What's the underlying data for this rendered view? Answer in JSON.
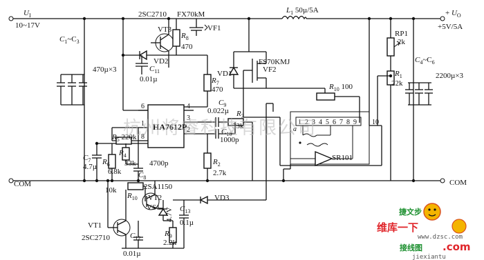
{
  "input": {
    "name": "U",
    "sub": "I",
    "range": "10~17V"
  },
  "output": {
    "name": "U",
    "sub": "O",
    "spec": "+5V/5A"
  },
  "com_label": "COM",
  "inductor": {
    "name": "L",
    "sub": "1",
    "value": "50µ/5A"
  },
  "transistors": {
    "vf1_part": "2SC2710",
    "vf1_part2": "FX70kM",
    "vf1": "VF1",
    "vt3": "VT3",
    "vf2_part": "FS70KMJ",
    "vf2": "VF2",
    "vt2_part": "2SA1150",
    "vt2": "VT2",
    "vt1": "VT1",
    "vt1_part": "2SC2710"
  },
  "diodes": {
    "vd1": "VD1",
    "vd2": "VD2",
    "vd3": "VD3",
    "vs1": "VS1",
    "vs1_val": "4.7V"
  },
  "resistors": {
    "r8": "R",
    "r8_sub": "8",
    "r8_val": "470",
    "r7": "R",
    "r7_sub": "7",
    "r7_val": "470",
    "r10": "R",
    "r10_sub": "10",
    "r10_val": "100",
    "rp1": "RP1",
    "rp1_val": "2k",
    "r1": "R",
    "r1_sub": "1",
    "r1_val": "22k",
    "r3": "R",
    "r3_sub": "3",
    "r3_val": "33k",
    "r5": "R",
    "r5_sub": "5",
    "r5_val": "220k",
    "r4": "R",
    "r4_sub": "4",
    "r4_val": "33k",
    "r6": "R",
    "r6_sub": "6",
    "r6_val": "6.8k",
    "r2": "R",
    "r2_sub": "2",
    "r2_val": "2.7k",
    "r10b": "R",
    "r10b_sub": "10",
    "r10b_val": "10k",
    "r9": "R",
    "r9_sub": "9",
    "r9_val": "2.2k"
  },
  "capacitors": {
    "c1c3": "C",
    "c1c3_sub_a": "1",
    "c1c3_mid": "~C",
    "c1c3_sub_b": "3",
    "c1c3_val": "470µ×3",
    "c4c6": "C",
    "c4c6_sub_a": "4",
    "c4c6_mid": "~C",
    "c4c6_sub_b": "6",
    "c4c6_val": "2200µ×3",
    "c11": "C",
    "c11_sub": "11",
    "c11_val": "0.01µ",
    "c9": "C",
    "c9_sub": "9",
    "c9_val": "0.022µ",
    "c10": "C",
    "c10_sub": "10",
    "c10_val": "1000p",
    "c7": "C",
    "c7_sub": "7",
    "c7_val": "4.7µ",
    "c8": "C",
    "c8_sub": "8",
    "c8_val": "4700p",
    "c13": "C",
    "c13_sub": "13",
    "c13_val": "0.1µ",
    "c12": "C",
    "c12_sub": "12",
    "c12_val": "0.01µ"
  },
  "ic": {
    "name": "HA7612P",
    "pins_left": [
      "6",
      "1",
      "8"
    ],
    "pins_right": [
      "4",
      "3",
      "2"
    ]
  },
  "sr101": {
    "name": "SR101",
    "pins": [
      "1",
      "2",
      "3",
      "4",
      "5",
      "6",
      "7",
      "8",
      "9",
      "10"
    ],
    "mark_a": "a"
  },
  "watermark": "杭州将睿科技有限公司",
  "logo": {
    "top": "维库一下",
    "mid": "www.dzsc.com",
    "bottom": "接线图",
    "bottom2": ".com",
    "sub": "jiexiantu",
    "badge": "捷文步"
  }
}
